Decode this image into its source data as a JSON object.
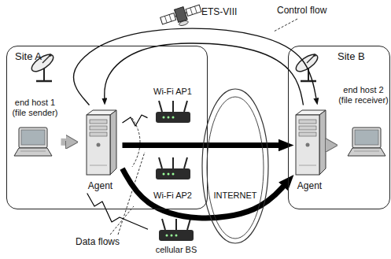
{
  "diagram": {
    "nodes": [
      {
        "text": [
          "ETS-VIII"
        ]
      },
      {
        "text": [
          "Site A"
        ]
      },
      {
        "text": [
          "end host 1 (file sender)"
        ],
        "in": 1
      },
      {
        "text": [
          "Agent"
        ],
        "in": 1
      },
      {
        "text": [
          "Wi-Fi AP1"
        ],
        "in": 1
      },
      {
        "text": [
          "Wi-Fi AP2"
        ],
        "in": 1
      },
      {
        "text": [
          "INTERNET"
        ]
      },
      {
        "text": [
          "cellular BS"
        ]
      },
      {
        "text": [
          "Site B"
        ]
      },
      {
        "text": [
          "Agent"
        ],
        "in": 8
      },
      {
        "text": [
          "end host 2 (file receiver)"
        ],
        "in": 8
      }
    ],
    "edges": [
      {
        "from": 2,
        "to": 3,
        "arrow": "to"
      },
      {
        "from": 3,
        "to": 4,
        "arrow": "none"
      },
      {
        "from": 3,
        "to": 7,
        "arrow": "none"
      },
      {
        "from": 3,
        "to": 9,
        "arrow": "to"
      },
      {
        "from": 3,
        "to": 9,
        "arrow": "to"
      },
      {
        "from": 9,
        "to": 10,
        "arrow": "to"
      },
      {
        "from": 3,
        "to": 9,
        "arrow": "to"
      },
      {
        "from": 9,
        "to": 3,
        "arrow": "to"
      }
    ],
    "labels": [
      "Control flow",
      "Data flows"
    ]
  }
}
